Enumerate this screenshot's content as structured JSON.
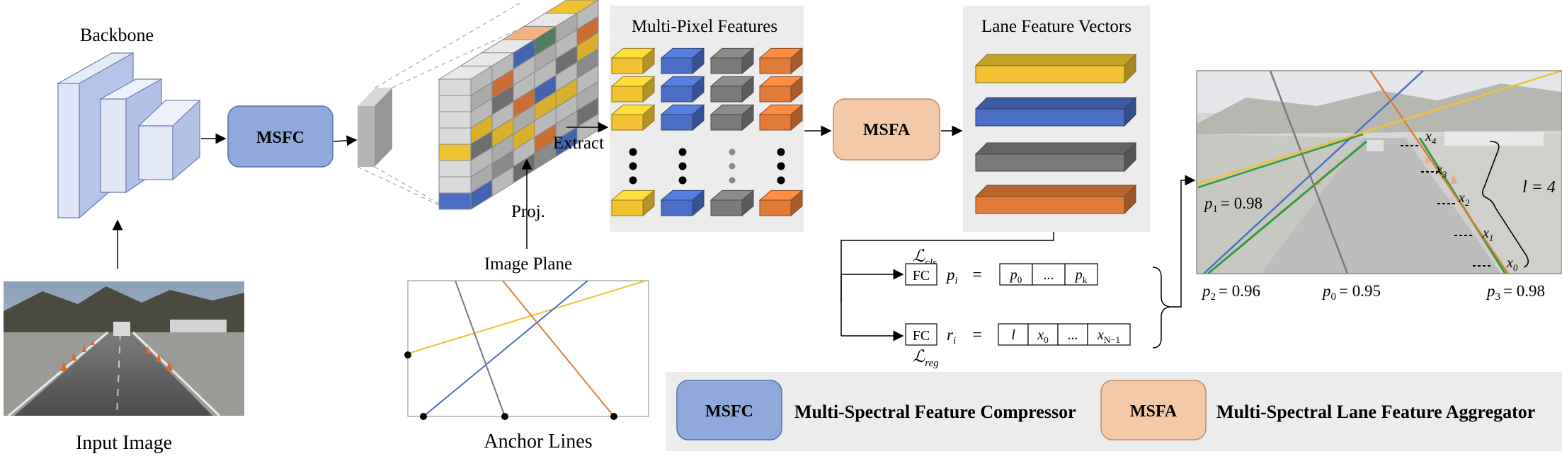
{
  "titles": {
    "backbone": "Backbone",
    "multi_pixel": "Multi-Pixel Features",
    "lane_vectors": "Lane Feature Vectors",
    "input_image": "Input Image",
    "image_plane": "Image Plane",
    "anchor_lines": "Anchor Lines",
    "extract": "Extract",
    "proj": "Proj."
  },
  "modules": {
    "msfc": "MSFC",
    "msfa": "MSFA"
  },
  "legend": {
    "msfc_abbr": "MSFC",
    "msfc_desc": "Multi-Spectral Feature Compressor",
    "msfa_abbr": "MSFA",
    "msfa_desc": "Multi-Spectral Lane Feature Aggregator"
  },
  "heads": {
    "cls_loss": "ℒ",
    "cls_sub": "cls",
    "reg_loss": "ℒ",
    "reg_sub": "reg",
    "fc": "FC",
    "p_i": "p",
    "r_i": "r",
    "i_sub": "i",
    "eq": "=",
    "p_cells": [
      "p",
      "...",
      "p"
    ],
    "p_cell_subs": [
      "0",
      "",
      "k"
    ],
    "r_cells": [
      "l",
      "x",
      "...",
      "x"
    ],
    "r_cell_subs": [
      "",
      "0",
      "",
      "N−1"
    ]
  },
  "output": {
    "p1": "p",
    "p1_sub": "1",
    "p1_val": "= 0.98",
    "p2": "p",
    "p2_sub": "2",
    "p2_val": "= 0.96",
    "p0": "p",
    "p0_sub": "0",
    "p0_val": "= 0.95",
    "p3": "p",
    "p3_sub": "3",
    "p3_val": "= 0.98",
    "l_label": "l = 4",
    "x_labels": [
      "x",
      "x",
      "x",
      "x",
      "x"
    ],
    "x_subs": [
      "4",
      "3",
      "2",
      "1",
      "0"
    ]
  },
  "colors": {
    "yellow": "#f1c232",
    "blue": "#4a6fc4",
    "gray": "#7a7a7a",
    "orange": "#e07b39",
    "msfc_fill": "#8fa9dc",
    "msfa_fill": "#f4c9a8",
    "panel_bg": "#ececec"
  }
}
